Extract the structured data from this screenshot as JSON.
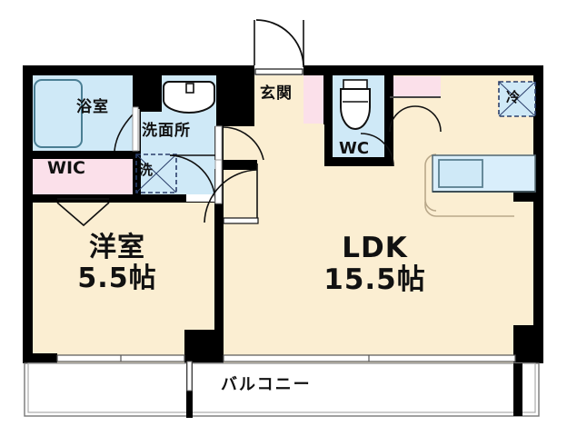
{
  "plan": {
    "type": "floor-plan",
    "layout_code": "1LDK",
    "rooms": [
      {
        "id": "yoshitsu",
        "name": "洋室",
        "size": "5.5帖",
        "fill": "#fbeed2"
      },
      {
        "id": "ldk",
        "name": "LDK",
        "size": "15.5帖",
        "fill": "#fbeed2"
      },
      {
        "id": "bath",
        "name": "浴室",
        "fill": "#cfe9f7"
      },
      {
        "id": "wic",
        "name": "WIC",
        "fill": "#fbe0ea"
      },
      {
        "id": "washroom",
        "name": "洗面所",
        "fill": "#cfe9f7"
      },
      {
        "id": "washer",
        "name": "洗",
        "fill": "#cfe9f7"
      },
      {
        "id": "entrance",
        "name": "玄関",
        "fill": "#fbeed2"
      },
      {
        "id": "wc",
        "name": "WC",
        "fill": "#cfe9f7"
      },
      {
        "id": "fridge",
        "name": "冷",
        "fill": "#cfe9f7"
      },
      {
        "id": "balcony",
        "name": "バルコニー",
        "fill": "#ffffff"
      }
    ],
    "colors": {
      "wall": "#000000",
      "room_floor": "#fbeed2",
      "wet_area": "#cfe9f7",
      "closet": "#fbe0ea",
      "fixture_outline": "#4a7e93",
      "balcony": "#ffffff",
      "thin_line": "#777777"
    }
  },
  "labels": {
    "yoshitsu_name": "洋室",
    "yoshitsu_size": "5.5帖",
    "ldk_name": "LDK",
    "ldk_size": "15.5帖",
    "bath": "浴室",
    "wic": "WIC",
    "washroom": "洗面所",
    "washer": "洗",
    "entrance": "玄関",
    "wc": "WC",
    "fridge": "冷",
    "balcony": "バルコニー"
  }
}
